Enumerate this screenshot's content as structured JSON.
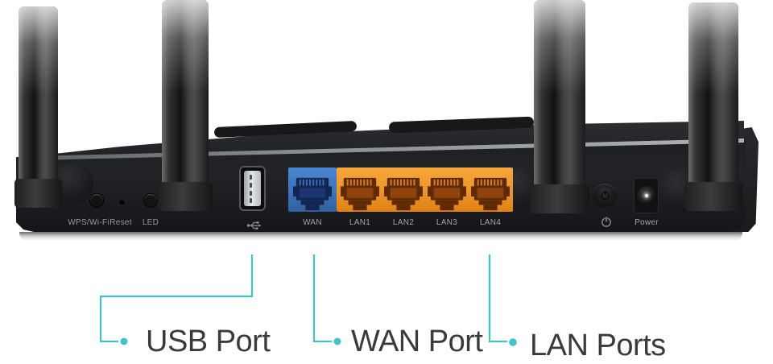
{
  "meta": {
    "description": "Rear panel of a Wi-Fi router with annotated ports"
  },
  "panel": {
    "controls": {
      "wps": {
        "label": "WPS/Wi-Fi"
      },
      "reset": {
        "label": "Reset"
      },
      "led": {
        "label": "LED"
      }
    },
    "ports": {
      "usb": {
        "icon": "usb-trident-icon"
      },
      "wan": {
        "label": "WAN"
      },
      "lan": {
        "labels": [
          "LAN1",
          "LAN2",
          "LAN3",
          "LAN4"
        ]
      },
      "power_button": {
        "icon": "power-standby-icon"
      },
      "power_jack": {
        "label": "Power"
      }
    }
  },
  "callouts": {
    "usb": {
      "label": "USB Port"
    },
    "wan": {
      "label": "WAN Port"
    },
    "lan": {
      "label": "LAN Ports"
    }
  },
  "colors": {
    "accent_teal": "#41c3c7",
    "wan_blue": "#3d7ac6",
    "lan_orange": "#ef9526",
    "callout_text": "#3a3a3c",
    "panel_label_gray": "#96989b"
  }
}
